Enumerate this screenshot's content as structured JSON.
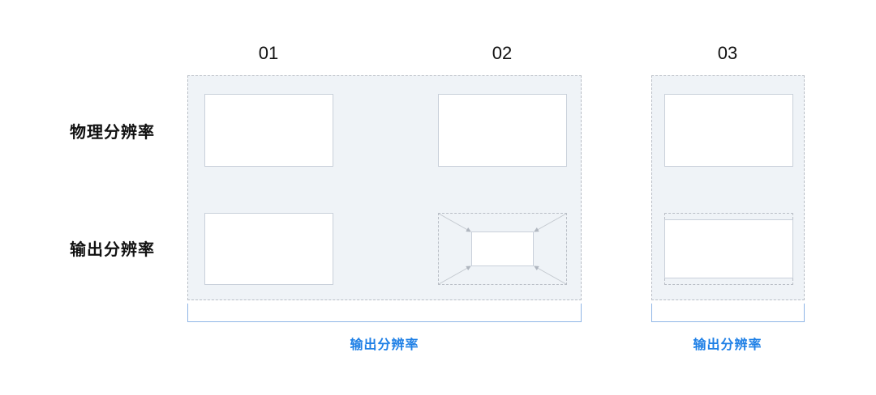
{
  "columns": [
    {
      "id": "01",
      "label": "01"
    },
    {
      "id": "02",
      "label": "02"
    },
    {
      "id": "03",
      "label": "03"
    }
  ],
  "rows": [
    {
      "id": "physical",
      "label": "物理分辨率"
    },
    {
      "id": "output",
      "label": "输出分辨率"
    }
  ],
  "captions": [
    {
      "label": "输出分辨率",
      "spans": [
        "01",
        "02"
      ]
    },
    {
      "label": "输出分辨率",
      "spans": [
        "03"
      ]
    }
  ],
  "colors": {
    "panel_bg": "#eff3f7",
    "panel_border": "#b9bec6",
    "screen_border": "#c9d0da",
    "bracket": "#8fb5e6",
    "caption_text": "#1f80e6",
    "label_text": "#111111",
    "arrow": "#b0b6bf"
  }
}
